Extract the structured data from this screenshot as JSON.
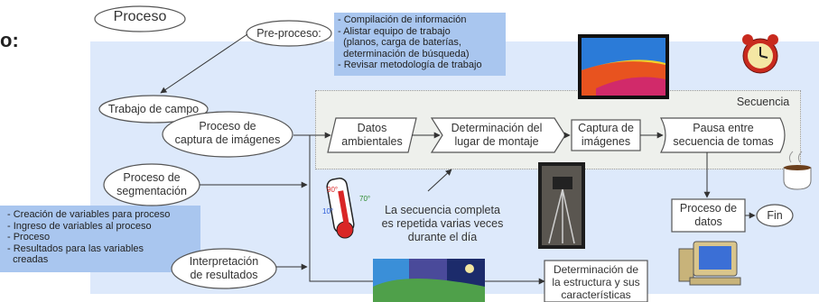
{
  "left_heading": "o:",
  "title": "Proceso",
  "nodes": {
    "preproceso": "Pre-proceso:",
    "trabajo_campo": "Trabajo de campo",
    "captura": "Proceso de\ncaptura de imágenes",
    "segmentacion": "Proceso de\nsegmentación",
    "interpretacion": "Interpretación\nde resultados",
    "secuencia_label": "Secuencia",
    "datos_ambientales": "Datos\nambientales",
    "determinacion_lugar": "Determinación del\nlugar de montaje",
    "captura_imagenes": "Captura de\nimágenes",
    "pausa": "Pausa entre\nsecuencia de tomas",
    "proceso_datos": "Proceso de\ndatos",
    "fin": "Fin",
    "determinacion_estructura": "Determinación de\nla estructura y sus\ncaracterísticas",
    "nota_secuencia": "La secuencia completa\nes repetida varias veces\ndurante el día"
  },
  "preproceso_list": "- Compilación de información\n- Alistar equipo de trabajo\n  (planos, carga de baterías,\n  determinación de búsqueda)\n- Revisar metodología de trabajo",
  "segmentacion_list": "- Creación de variables para proceso\n- Ingreso de variables al proceso\n- Proceso\n- Resultados para las variables\n  creadas",
  "thermometer_labels": {
    "t1": "90°",
    "t2": "70°",
    "t3": "10°"
  },
  "icons": [
    "alarm-clock-icon",
    "thermal-image-icon",
    "coffee-cup-icon",
    "thermometer-icon",
    "tripod-camera-icon",
    "computer-icon",
    "painting-icon"
  ],
  "colors": {
    "panel": "#dde9fb",
    "note_box": "#a9c6ef",
    "node_border": "#555555"
  }
}
